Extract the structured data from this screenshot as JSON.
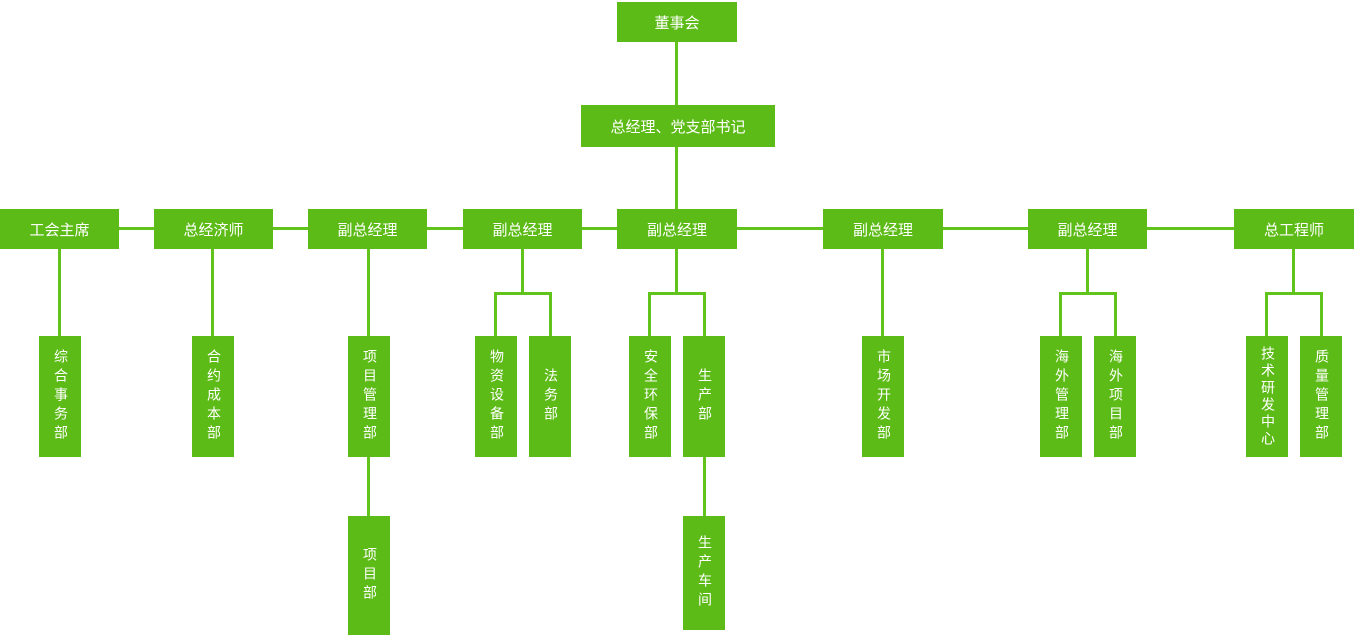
{
  "colors": {
    "node_fill": "#5cbb16",
    "connector": "#61c41d",
    "node_text": "#ffffff",
    "background": "#ffffff"
  },
  "org_chart": {
    "type": "organization-chart",
    "nodes": {
      "board": "董事会",
      "general_manager": "总经理、党支部书记",
      "union_chairman": "工会主席",
      "chief_economist": "总经济师",
      "deputy_gm_1": "副总经理",
      "deputy_gm_2": "副总经理",
      "deputy_gm_3": "副总经理",
      "deputy_gm_4": "副总经理",
      "deputy_gm_5": "副总经理",
      "chief_engineer": "总工程师",
      "general_affairs_dept": "综合事务部",
      "contract_cost_dept": "合约成本部",
      "project_management_dept": "项目管理部",
      "materials_equipment_dept": "物资设备部",
      "legal_dept": "法务部",
      "safety_environment_dept": "安全环保部",
      "production_dept": "生产部",
      "market_development_dept": "市场开发部",
      "overseas_management_dept": "海外管理部",
      "overseas_project_dept": "海外项目部",
      "tech_rd_center": "技术研发中心",
      "quality_management_dept": "质量管理部",
      "project_dept": "项目部",
      "production_workshop": "生产车间"
    },
    "hierarchy": [
      {
        "parent": "board",
        "children": [
          "general_manager"
        ]
      },
      {
        "parent": "general_manager",
        "children": [
          "union_chairman",
          "chief_economist",
          "deputy_gm_1",
          "deputy_gm_2",
          "deputy_gm_3",
          "deputy_gm_4",
          "deputy_gm_5",
          "chief_engineer"
        ]
      },
      {
        "parent": "union_chairman",
        "children": [
          "general_affairs_dept"
        ]
      },
      {
        "parent": "chief_economist",
        "children": [
          "contract_cost_dept"
        ]
      },
      {
        "parent": "deputy_gm_1",
        "children": [
          "project_management_dept"
        ]
      },
      {
        "parent": "deputy_gm_2",
        "children": [
          "materials_equipment_dept",
          "legal_dept"
        ]
      },
      {
        "parent": "deputy_gm_3",
        "children": [
          "safety_environment_dept",
          "production_dept"
        ]
      },
      {
        "parent": "deputy_gm_4",
        "children": [
          "market_development_dept"
        ]
      },
      {
        "parent": "deputy_gm_5",
        "children": [
          "overseas_management_dept",
          "overseas_project_dept"
        ]
      },
      {
        "parent": "chief_engineer",
        "children": [
          "tech_rd_center",
          "quality_management_dept"
        ]
      },
      {
        "parent": "project_management_dept",
        "children": [
          "project_dept"
        ]
      },
      {
        "parent": "production_dept",
        "children": [
          "production_workshop"
        ]
      }
    ]
  }
}
